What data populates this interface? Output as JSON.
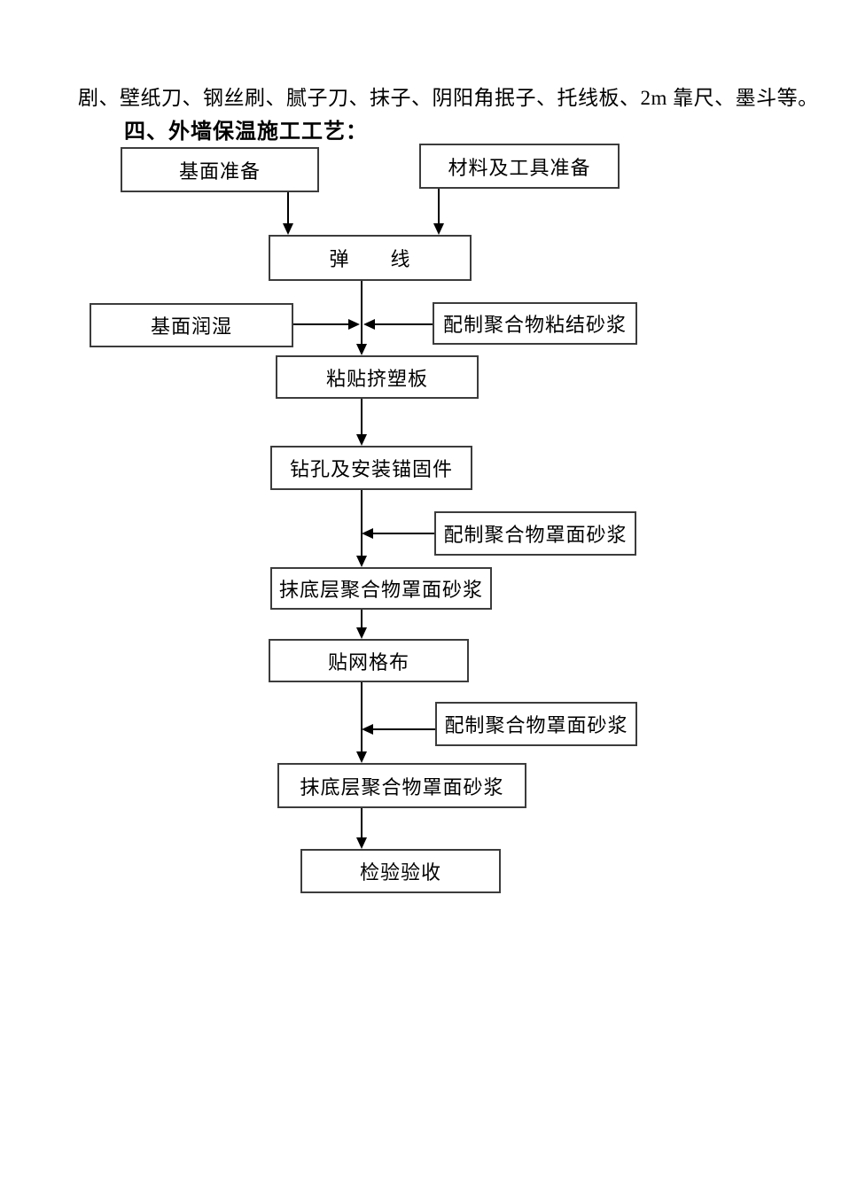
{
  "document": {
    "intro_line": "剧、壁纸刀、钢丝刷、腻子刀、抹子、阴阳角抿子、托线板、2m 靠尺、墨斗等。",
    "heading": "四、外墙保温施工工艺："
  },
  "flowchart": {
    "boxes": [
      {
        "id": "base-prep",
        "label": "基面准备"
      },
      {
        "id": "material-tool-prep",
        "label": "材料及工具准备"
      },
      {
        "id": "snap-line",
        "label": "弹　　线"
      },
      {
        "id": "base-wetting",
        "label": "基面润湿"
      },
      {
        "id": "mix-bonding-mortar",
        "label": "配制聚合物粘结砂浆"
      },
      {
        "id": "paste-xps-board",
        "label": "粘贴挤塑板"
      },
      {
        "id": "drill-install-anchor",
        "label": "钻孔及安装锚固件"
      },
      {
        "id": "mix-surface-mortar-1",
        "label": "配制聚合物罩面砂浆"
      },
      {
        "id": "apply-base-coat-1",
        "label": "抹底层聚合物罩面砂浆"
      },
      {
        "id": "paste-mesh-cloth",
        "label": "贴网格布"
      },
      {
        "id": "mix-surface-mortar-2",
        "label": "配制聚合物罩面砂浆"
      },
      {
        "id": "apply-base-coat-2",
        "label": "抹底层聚合物罩面砂浆"
      },
      {
        "id": "inspection-acceptance",
        "label": "检验验收"
      }
    ],
    "colors": {
      "box_border": "#3c3c3c",
      "connector": "#000000",
      "page_background": "#ffffff"
    }
  }
}
